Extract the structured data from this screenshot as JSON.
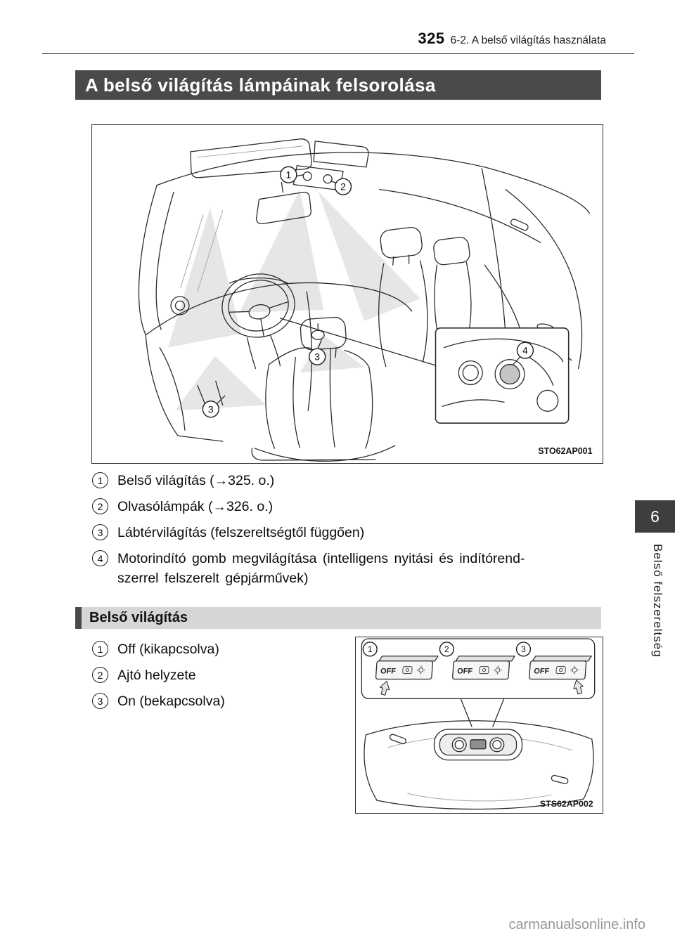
{
  "header": {
    "page_number": "325",
    "section_title": "6-2. A belső világítás használata"
  },
  "title_banner": "A belső világítás lámpáinak felsorolása",
  "figure_interior": {
    "code": "STO62AP001",
    "callouts": {
      "c1": "1",
      "c2": "2",
      "c3a": "3",
      "c3b": "3",
      "c4": "4"
    }
  },
  "lights_list": [
    {
      "num": "1",
      "text": "Belső világítás (→325. o.)"
    },
    {
      "num": "2",
      "text": "Olvasólámpák (→326. o.)"
    },
    {
      "num": "3",
      "text": "Lábtérvilágítás (felszereltségtől függően)"
    },
    {
      "num": "4",
      "text": "Motorindító gomb megvilágítása (intelligens nyitási és indítórend-\nszerrel felszerelt gépjárművek)"
    }
  ],
  "interior_section": {
    "header": "Belső világítás",
    "list": [
      {
        "num": "1",
        "text": "Off (kikapcsolva)"
      },
      {
        "num": "2",
        "text": "Ajtó helyzete"
      },
      {
        "num": "3",
        "text": "On (bekapcsolva)"
      }
    ],
    "figure": {
      "code": "STS62AP002",
      "switch_label": "OFF",
      "callouts": [
        "1",
        "2",
        "3"
      ]
    }
  },
  "sidebar": {
    "chapter_number": "6",
    "chapter_title": "Belső felszereltség"
  },
  "watermark": "carmanualsonline.info",
  "colors": {
    "banner_bg": "#4a4a4a",
    "section_header_bg": "#d6d6d6",
    "section_header_bar": "#4a4a4a",
    "chapter_tab_bg": "#3e3e3e",
    "watermark": "#979797"
  }
}
